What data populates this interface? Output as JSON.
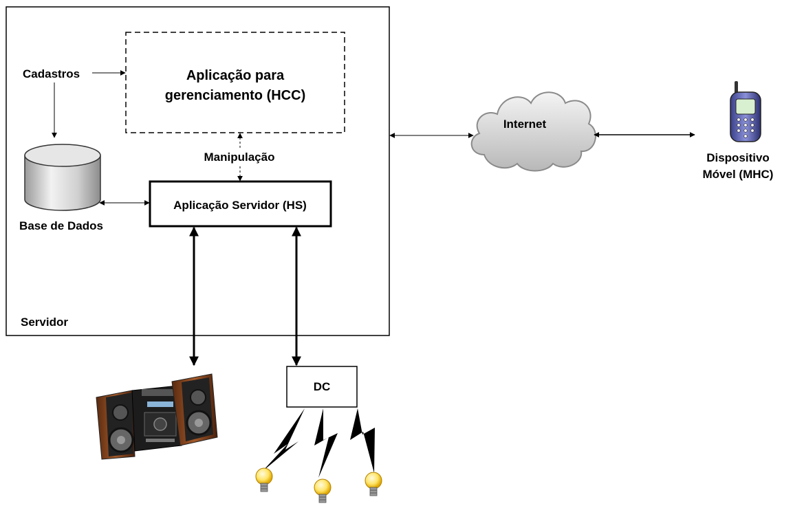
{
  "server": {
    "label": "Servidor"
  },
  "management_app": {
    "line1": "Aplicação para",
    "line2": "gerenciamento (HCC)"
  },
  "registrations": {
    "label": "Cadastros"
  },
  "database": {
    "label": "Base de Dados"
  },
  "manipulation": {
    "label": "Manipulação"
  },
  "server_app": {
    "label": "Aplicação Servidor (HS)"
  },
  "internet": {
    "label": "Internet"
  },
  "mobile": {
    "line1": "Dispositivo",
    "line2": "Móvel (MHC)"
  },
  "dc": {
    "label": "DC"
  },
  "icons": [
    "database-cylinder-icon",
    "cloud-icon",
    "mobile-phone-icon",
    "stereo-system-icon",
    "lightning-icon",
    "light-bulb-icon"
  ]
}
